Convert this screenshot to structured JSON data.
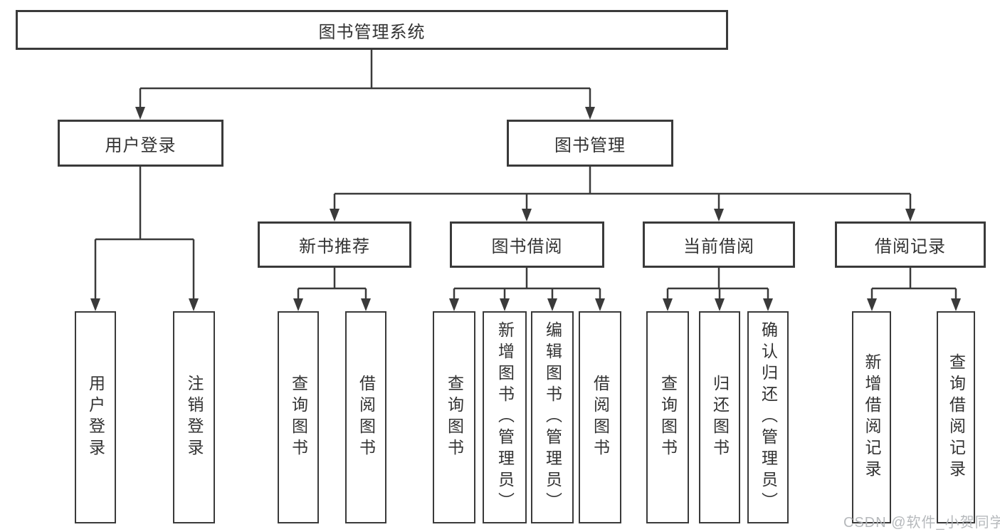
{
  "diagram": {
    "root": {
      "label": "图书管理系统"
    },
    "branches": [
      {
        "label": "用户登录",
        "children": [
          {
            "label": "用户登录"
          },
          {
            "label": "注销登录"
          }
        ]
      },
      {
        "label": "图书管理",
        "children": [
          {
            "label": "新书推荐",
            "children": [
              {
                "label": "查询图书"
              },
              {
                "label": "借阅图书"
              }
            ]
          },
          {
            "label": "图书借阅",
            "children": [
              {
                "label": "查询图书"
              },
              {
                "label": "新增图书（管理员）"
              },
              {
                "label": "编辑图书（管理员）"
              },
              {
                "label": "借阅图书"
              }
            ]
          },
          {
            "label": "当前借阅",
            "children": [
              {
                "label": "查询图书"
              },
              {
                "label": "归还图书"
              },
              {
                "label": "确认归还（管理员）"
              }
            ]
          },
          {
            "label": "借阅记录",
            "children": [
              {
                "label": "新增借阅记录"
              },
              {
                "label": "查询借阅记录"
              }
            ]
          }
        ]
      }
    ]
  },
  "watermark": {
    "text": "CSDN @软件_小贺同学"
  },
  "colors": {
    "line": "#3a3a3a",
    "box_border": "#3a3a3a",
    "box_fill": "#ffffff",
    "text": "#333333",
    "background": "#ffffff",
    "watermark": "#b3b6b9"
  }
}
